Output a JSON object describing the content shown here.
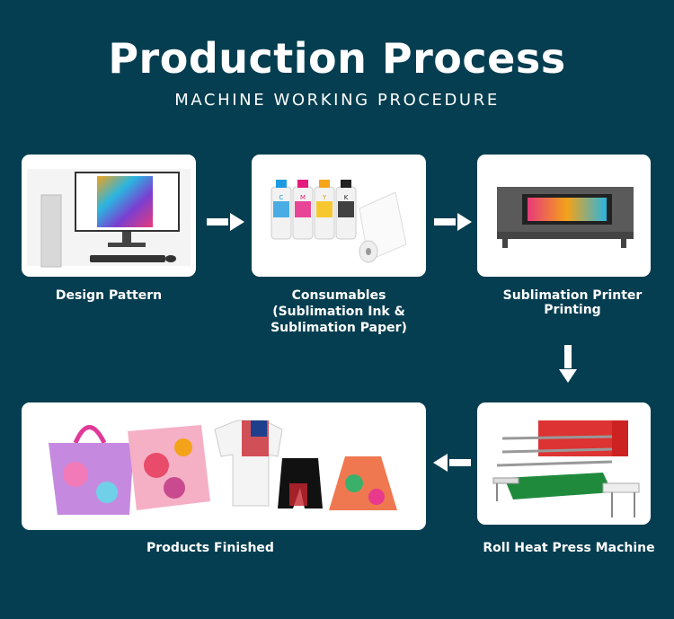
{
  "header": {
    "title": "Production Process",
    "subtitle": "MACHINE WORKING PROCEDURE"
  },
  "steps": [
    {
      "label": "Design Pattern"
    },
    {
      "label_lines": [
        "Consumables",
        "(Sublimation Ink &",
        "Sublimation Paper)"
      ]
    },
    {
      "label_lines": [
        "Sublimation Printer",
        "Printing"
      ]
    },
    {
      "label": "Roll Heat Press Machine"
    },
    {
      "label": "Products Finished"
    }
  ],
  "ink_bottles": [
    "C",
    "M",
    "Y",
    "K"
  ],
  "colors": {
    "background": "#053e50",
    "card": "#ffffff",
    "arrow": "#ffffff",
    "cyan": "#1e9be0",
    "magenta": "#e6197f",
    "yellow": "#f6c21a",
    "black": "#222222"
  }
}
